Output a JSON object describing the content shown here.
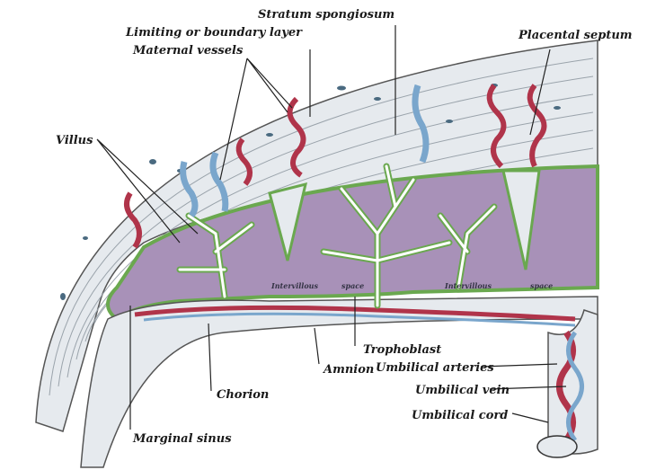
{
  "figure": {
    "labels": {
      "stratum_spongiosum": "Stratum spongiosum",
      "limiting_layer": "Limiting or boundary layer",
      "maternal_vessels": "Maternal vessels",
      "placental_septum": "Placental septum",
      "villus": "Villus",
      "intervillous_space_word": "Intervillous",
      "intervillous_space_suffix": "space",
      "trophoblast": "Trophoblast",
      "amnion": "Amnion",
      "umbilical_arteries": "Umbilical arteries",
      "umbilical_vein": "Umbilical vein",
      "umbilical_cord": "Umbilical cord",
      "chorion": "Chorion",
      "marginal_sinus": "Marginal sinus"
    },
    "colors": {
      "artery": "#b0344a",
      "vein": "#7aa6cc",
      "intervillous": "#a48bb4",
      "boundary": "#6aa84f",
      "tissue": "#e8ecef"
    }
  }
}
